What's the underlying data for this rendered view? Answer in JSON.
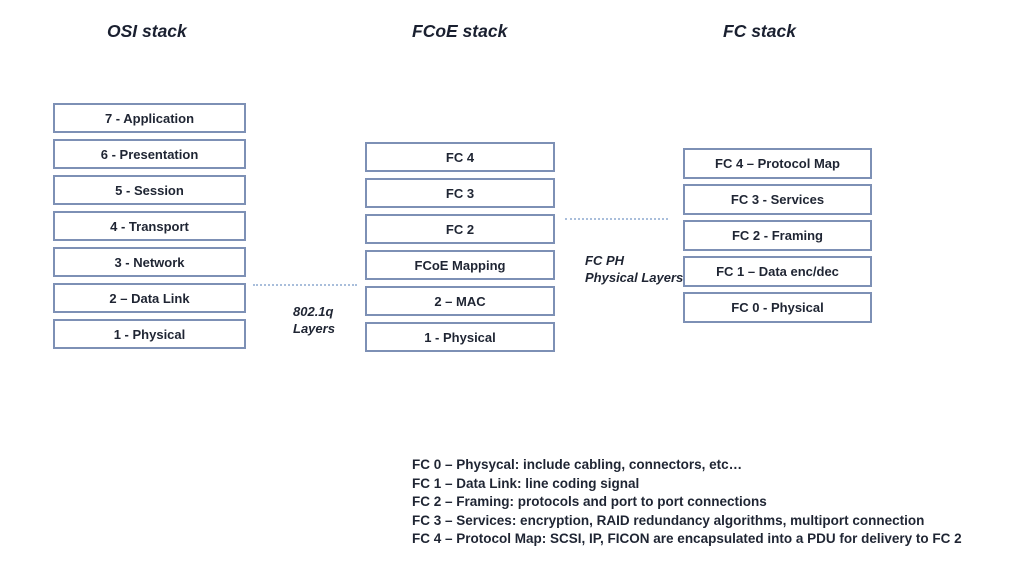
{
  "page": {
    "background": "#ffffff"
  },
  "colors": {
    "box_border": "#7d90b5",
    "box_text": "#1f2533",
    "title_text": "#1a2030",
    "dotted_line": "#a9bedb"
  },
  "titles": {
    "osi": "OSI stack",
    "fcoe": "FCoE stack",
    "fc": "FC stack"
  },
  "stacks": {
    "osi": {
      "boxes": [
        "7 - Application",
        "6 - Presentation",
        "5 - Session",
        "4 - Transport",
        "3 - Network",
        "2 – Data Link",
        "1 - Physical"
      ]
    },
    "fcoe": {
      "boxes": [
        "FC 4",
        "FC 3",
        "FC 2",
        "FCoE Mapping",
        "2 – MAC",
        "1 - Physical"
      ]
    },
    "fc": {
      "boxes": [
        "FC 4 – Protocol Map",
        "FC 3 - Services",
        "FC 2 - Framing",
        "FC 1 – Data enc/dec",
        "FC 0 - Physical"
      ]
    }
  },
  "connectors": {
    "dot1q": {
      "line1": "802.1q",
      "line2": "Layers"
    },
    "fcph": {
      "line1": "FC PH",
      "line2": "Physical Layers"
    }
  },
  "notes": {
    "lines": [
      "FC 0 – Physycal: include cabling, connectors, etc…",
      "FC 1 – Data Link: line coding signal",
      "FC 2 – Framing: protocols and port to port connections",
      "FC 3 – Services: encryption, RAID redundancy algorithms, multiport connection",
      "FC 4 – Protocol Map: SCSI, IP, FICON are encapsulated into a PDU for delivery to FC 2"
    ]
  }
}
